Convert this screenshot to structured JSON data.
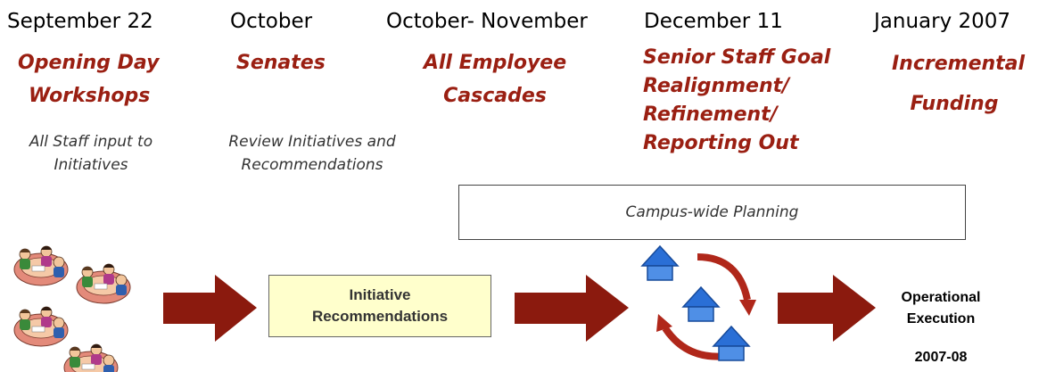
{
  "phases": [
    {
      "date": "September 22",
      "title_lines": [
        "Opening Day",
        "Workshops"
      ],
      "desc_lines": [
        "All Staff input to",
        "Initiatives"
      ]
    },
    {
      "date": "October",
      "title_lines": [
        "Senates"
      ],
      "desc_lines": [
        "Review Initiatives and",
        "Recommendations"
      ]
    },
    {
      "date": "October- November",
      "title_lines": [
        "All Employee",
        "Cascades"
      ],
      "desc_lines": []
    },
    {
      "date": "December 11",
      "title_lines": [
        "Senior Staff Goal",
        "Realignment/",
        "Refinement/",
        "Reporting Out"
      ],
      "desc_lines": []
    },
    {
      "date": "January 2007",
      "title_lines": [
        "Incremental",
        "Funding"
      ],
      "desc_lines": []
    }
  ],
  "campus_planning": "Campus-wide Planning",
  "initiative_box": {
    "line1": "Initiative",
    "line2": "Recommendations"
  },
  "operational": {
    "line1": "Operational",
    "line2": "Execution",
    "year": "2007-08"
  },
  "icons": {
    "group_clipart": "people-at-table-icon",
    "cycle": "cycle-arrows-icon",
    "houses": "house-icon",
    "flow_arrow": "right-arrow-icon"
  },
  "colors": {
    "title_red": "#9a1f12",
    "arrow_red": "#8b1a0e",
    "box_yellow": "#ffffcc",
    "house_blue": "#2a6fd6"
  }
}
